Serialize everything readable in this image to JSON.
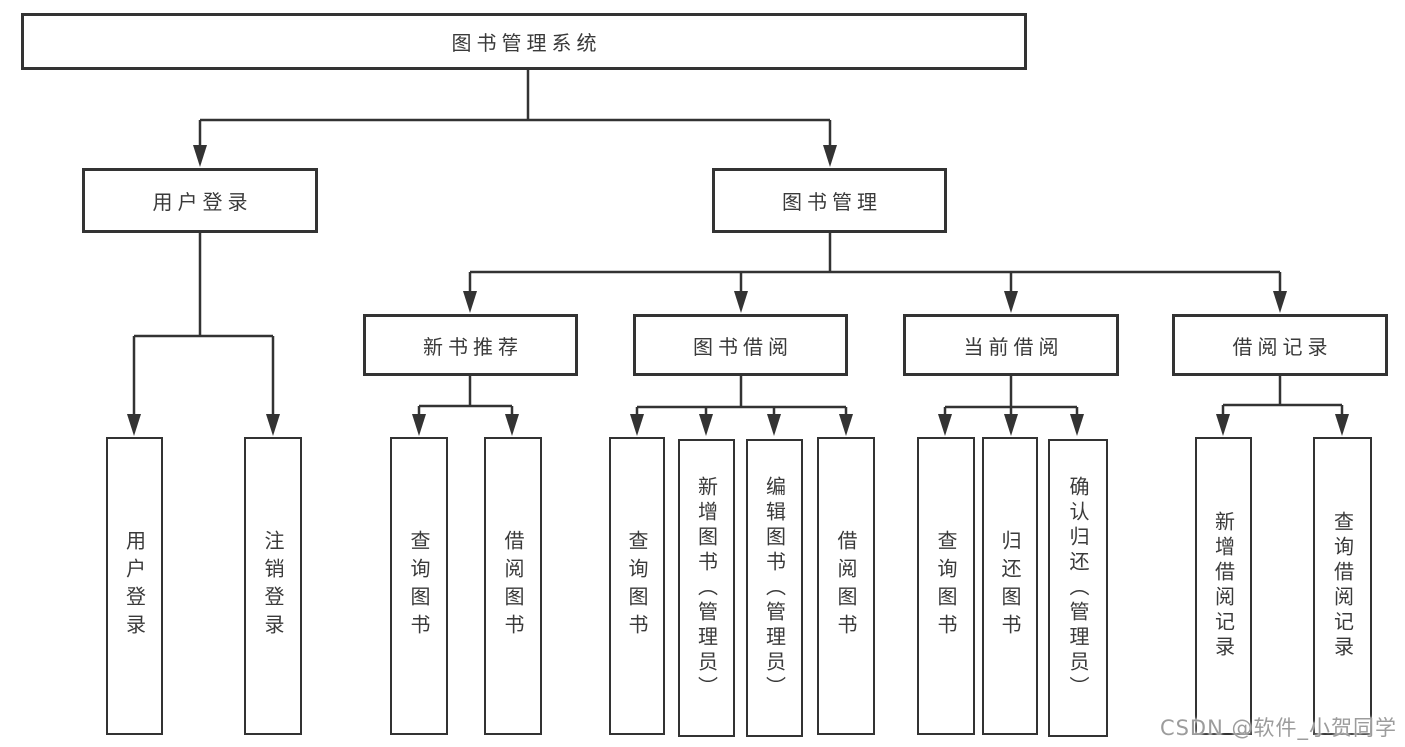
{
  "page": {
    "background": "#ffffff",
    "watermark": "CSDN @软件_小贺同学"
  },
  "colors": {
    "line": "#333333",
    "box_border": "#333333",
    "text": "#3a3a3a",
    "watermark_text": "#9c9c9c"
  },
  "nodes": {
    "root": {
      "label": "图书管理系统",
      "level": 1
    },
    "user_login": {
      "label": "用户登录",
      "level": 2
    },
    "book_mgmt": {
      "label": "图书管理",
      "level": 2
    },
    "new_book_rec": {
      "label": "新书推荐",
      "level": 3
    },
    "book_borrow": {
      "label": "图书借阅",
      "level": 3
    },
    "current_borrow": {
      "label": "当前借阅",
      "level": 3
    },
    "borrow_record": {
      "label": "借阅记录",
      "level": 3
    },
    "leaf_login": {
      "label": "用户登录",
      "level": 4
    },
    "leaf_logout": {
      "label": "注销登录",
      "level": 4
    },
    "leaf_rec_query": {
      "label": "查询图书",
      "level": 4
    },
    "leaf_rec_borrow": {
      "label": "借阅图书",
      "level": 4
    },
    "leaf_bb_query": {
      "label": "查询图书",
      "level": 4
    },
    "leaf_bb_add": {
      "label": "新增图书（管理员）",
      "level": 4
    },
    "leaf_bb_edit": {
      "label": "编辑图书（管理员）",
      "level": 4
    },
    "leaf_bb_borrow": {
      "label": "借阅图书",
      "level": 4
    },
    "leaf_cb_query": {
      "label": "查询图书",
      "level": 4
    },
    "leaf_cb_return": {
      "label": "归还图书",
      "level": 4
    },
    "leaf_cb_confirm": {
      "label": "确认归还（管理员）",
      "level": 4
    },
    "leaf_br_add": {
      "label": "新增借阅记录",
      "level": 4
    },
    "leaf_br_query": {
      "label": "查询借阅记录",
      "level": 4
    }
  },
  "edges": [
    [
      "root",
      "user_login"
    ],
    [
      "root",
      "book_mgmt"
    ],
    [
      "user_login",
      "leaf_login"
    ],
    [
      "user_login",
      "leaf_logout"
    ],
    [
      "book_mgmt",
      "new_book_rec"
    ],
    [
      "book_mgmt",
      "book_borrow"
    ],
    [
      "book_mgmt",
      "current_borrow"
    ],
    [
      "book_mgmt",
      "borrow_record"
    ],
    [
      "new_book_rec",
      "leaf_rec_query"
    ],
    [
      "new_book_rec",
      "leaf_rec_borrow"
    ],
    [
      "book_borrow",
      "leaf_bb_query"
    ],
    [
      "book_borrow",
      "leaf_bb_add"
    ],
    [
      "book_borrow",
      "leaf_bb_edit"
    ],
    [
      "book_borrow",
      "leaf_bb_borrow"
    ],
    [
      "current_borrow",
      "leaf_cb_query"
    ],
    [
      "current_borrow",
      "leaf_cb_return"
    ],
    [
      "current_borrow",
      "leaf_cb_confirm"
    ],
    [
      "borrow_record",
      "leaf_br_add"
    ],
    [
      "borrow_record",
      "leaf_br_query"
    ]
  ]
}
